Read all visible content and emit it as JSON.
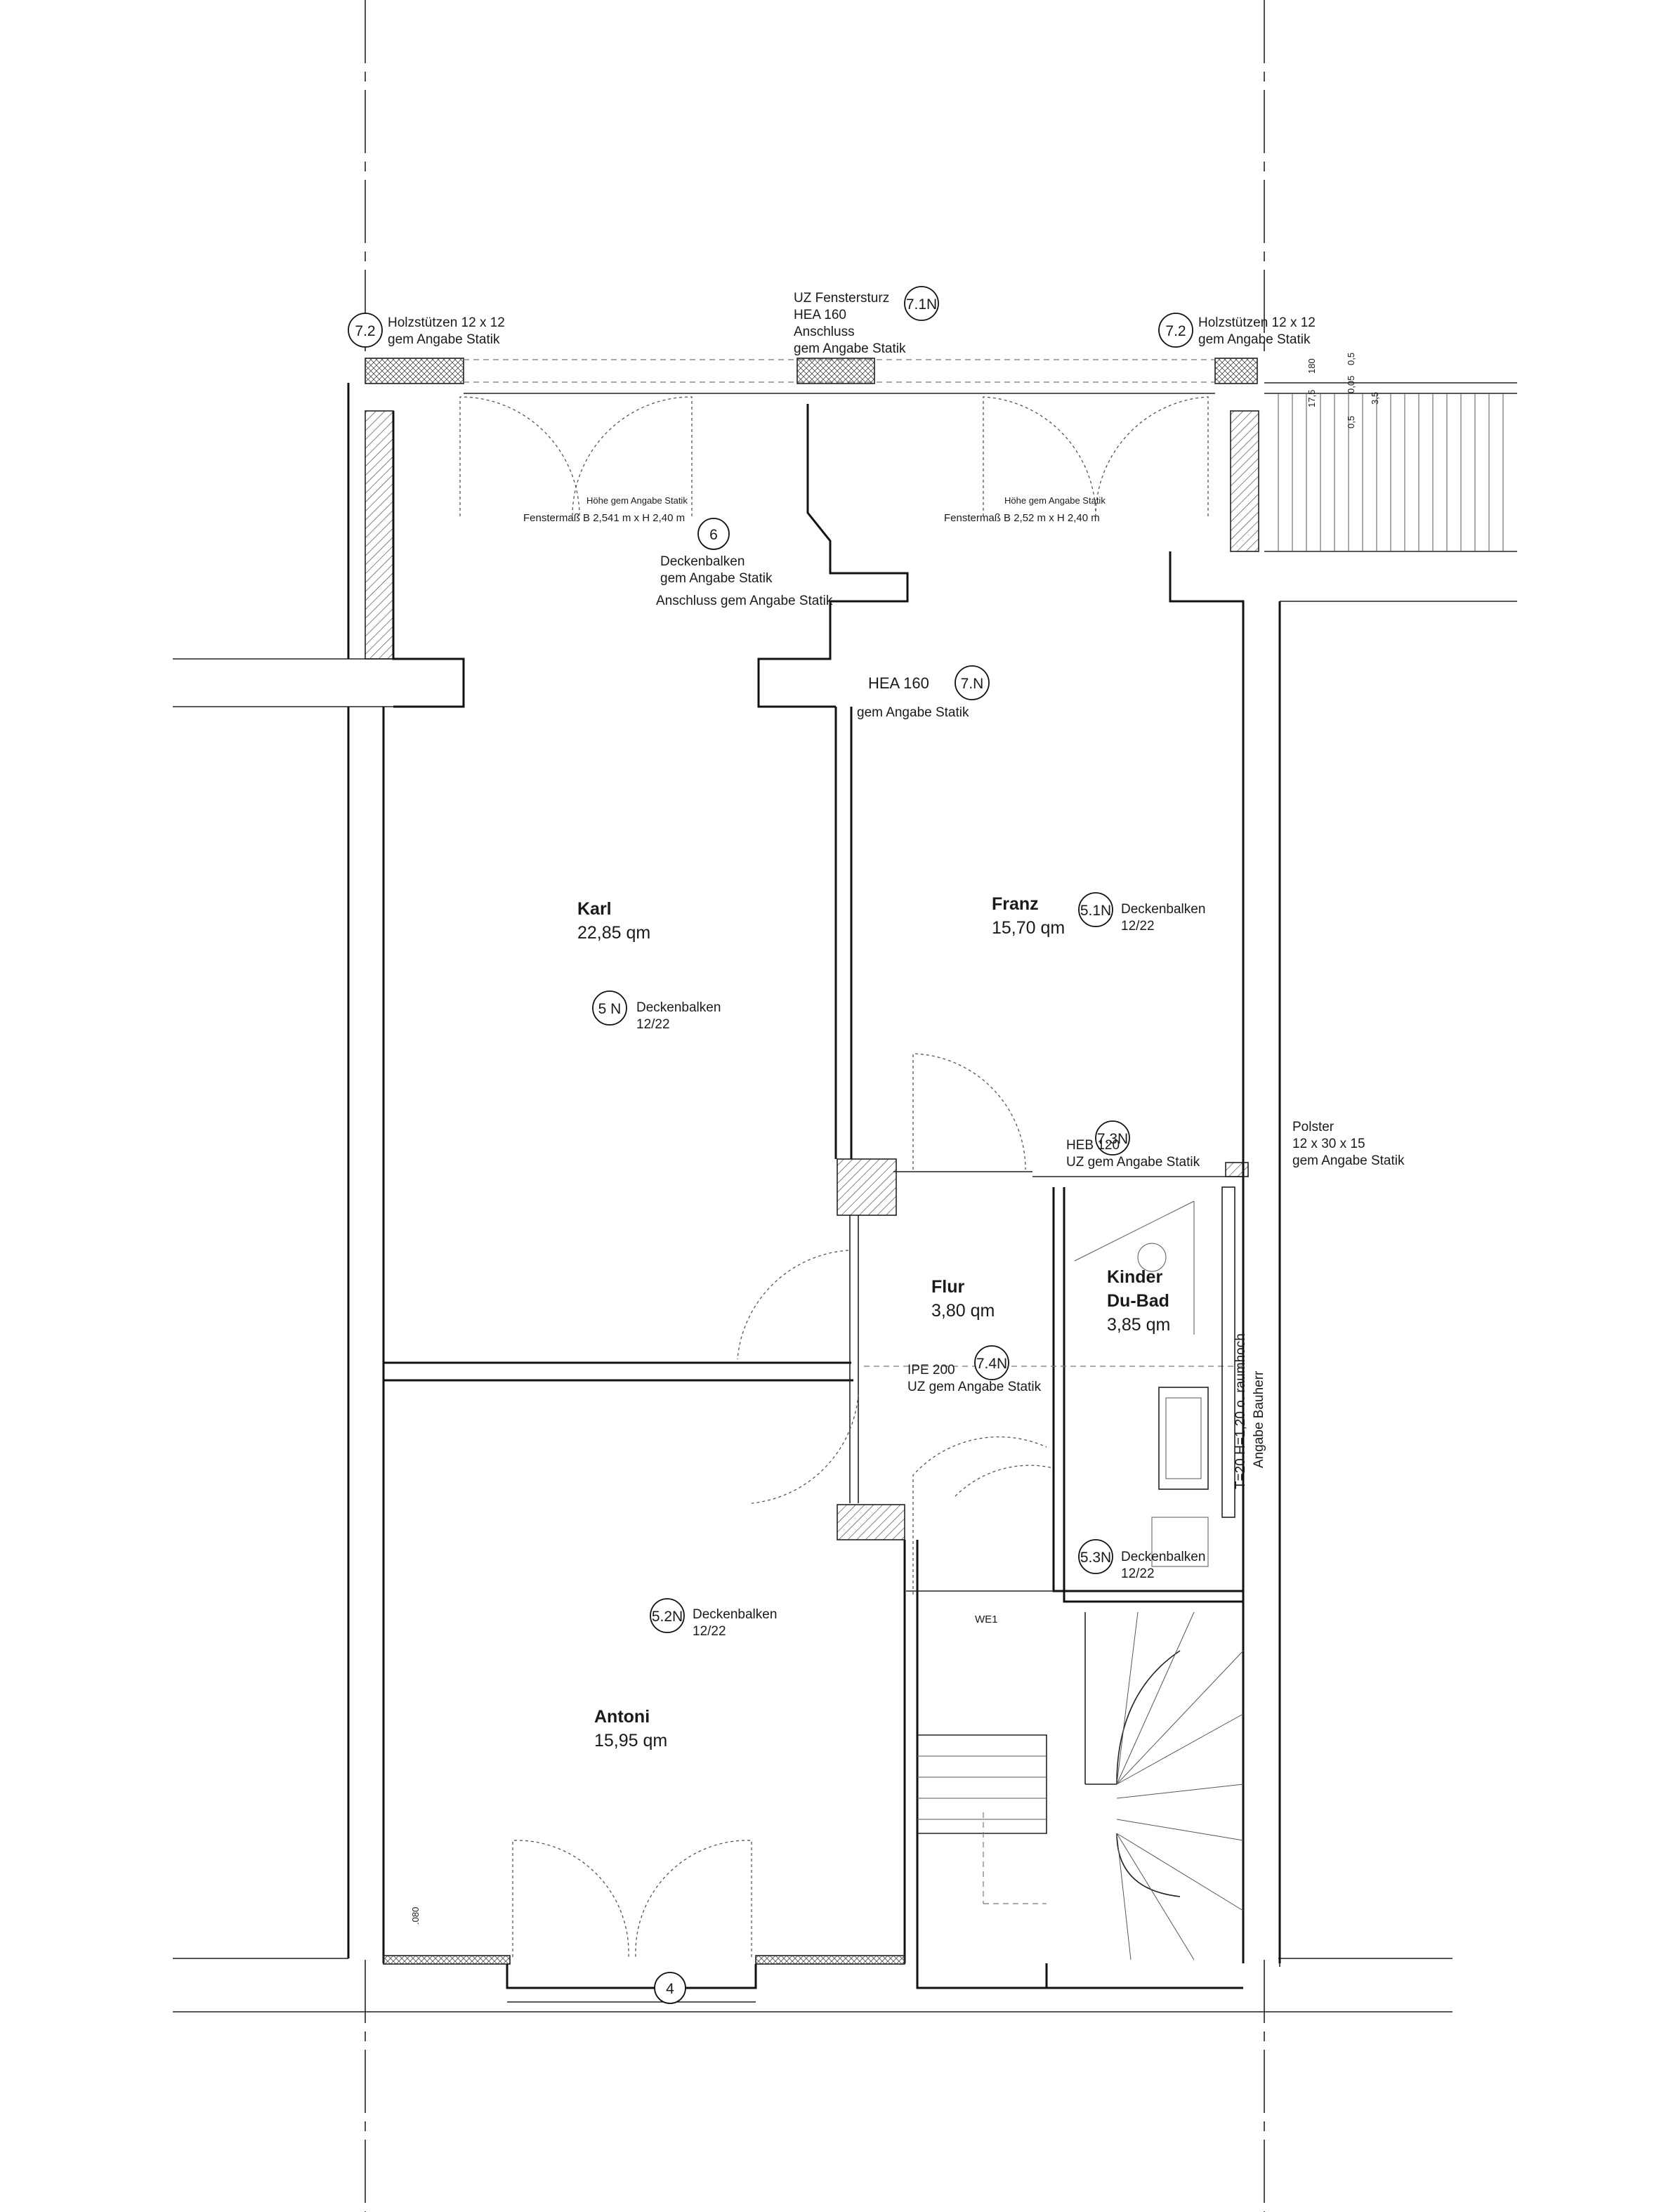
{
  "rooms": {
    "karl": {
      "name": "Karl",
      "area": "22,85 qm"
    },
    "franz": {
      "name": "Franz",
      "area": "15,70 qm"
    },
    "flur": {
      "name": "Flur",
      "area": "3,80 qm"
    },
    "kinder": {
      "name_line1": "Kinder",
      "name_line2": "Du-Bad",
      "area": "3,85 qm"
    },
    "antoni": {
      "name": "Antoni",
      "area": "15,95 qm"
    }
  },
  "tags": {
    "t72_left": "7.2",
    "t72_right": "7.2",
    "t71n": "7.1N",
    "t6": "6",
    "t7n": "7.N",
    "t51n": "5.1N",
    "t5n": "5 N",
    "t73n": "7.3N",
    "t74n": "7.4N",
    "t53n": "5.3N",
    "t52n": "5.2N",
    "t4": "4"
  },
  "notes": {
    "holz_left_1": "Holzstützen 12 x 12",
    "holz_left_2": "gem Angabe Statik",
    "holz_right_1": "Holzstützen 12 x 12",
    "holz_right_2": "gem Angabe Statik",
    "uz_1": "UZ Fenstersturz",
    "uz_2": "HEA 160",
    "uz_3": "Anschluss",
    "uz_4": "gem Angabe Statik",
    "hoehe_left": "Höhe gem Angabe Statik",
    "fenster_left": "Fenstermaß B 2,541 m x H 2,40 m",
    "hoehe_right": "Höhe gem Angabe Statik",
    "fenster_right": "Fenstermaß B 2,52 m x H 2,40 m",
    "decken6_1": "Deckenbalken",
    "decken6_2": "gem Angabe Statik",
    "decken6_3": "Anschluss gem Angabe Statik",
    "hea160": "HEA 160",
    "hea160_sub": "gem Angabe Statik",
    "franz_db_1": "Deckenbalken",
    "franz_db_2": "12/22",
    "karl_db_1": "Deckenbalken",
    "karl_db_2": "12/22",
    "polster_1": "Polster",
    "polster_2": "12 x 30 x 15",
    "polster_3": "gem Angabe Statik",
    "heb_1": "HEB 120",
    "heb_2": "UZ gem Angabe Statik",
    "ipe_1": "IPE 200",
    "ipe_2": "UZ gem Angabe Statik",
    "wand_1": "T=20 H=1,20 o. raumhoch",
    "wand_2": "Angabe Bauherr",
    "bad_db_1": "Deckenbalken",
    "bad_db_2": "12/22",
    "we1": "WE1",
    "antoni_db_1": "Deckenbalken",
    "antoni_db_2": "12/22",
    "dim_080": ".080",
    "balk_a": "17,5",
    "balk_b": "180",
    "balk_c": "0,5",
    "balk_d": "0,05",
    "balk_e": "0,5",
    "balk_f": "3,5"
  }
}
